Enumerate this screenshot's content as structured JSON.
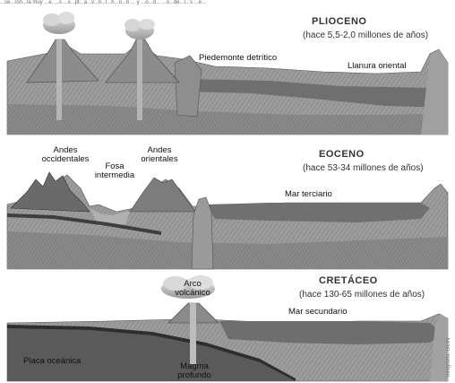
{
  "top_caption": "...se...ron...la muy ...e, ...s ...x...pt...a...v...n...l...h...o...b ... y ...o...d... ...o...de...l...s ...e...",
  "credit": "Infografía: OEIN",
  "colors": {
    "sky": "#f2f2f2",
    "mountain": "#8c8c8c",
    "crust": "#a6a6a6",
    "sea": "#7a7a7a",
    "plate": "#555555",
    "magma": "#9a9a9a",
    "smoke": "#cfcfcf"
  },
  "panels": {
    "pliocene": {
      "era": "PLIOCENO",
      "range": "(hace 5,5-2,0 millones de años)",
      "labels": {
        "piedmont": "Piedemonte detrítico",
        "plain": "Llanura oriental"
      }
    },
    "eocene": {
      "era": "EOCENO",
      "range": "(hace 53-34 millones de años)",
      "labels": {
        "west_andes_1": "Andes",
        "west_andes_2": "occidentales",
        "trench_1": "Fosa",
        "trench_2": "intermedia",
        "east_andes_1": "Andes",
        "east_andes_2": "orientales",
        "sea": "Mar terciario"
      }
    },
    "cretaceous": {
      "era": "CRETÁCEO",
      "range": "(hace 130-65 millones de años)",
      "labels": {
        "arc_1": "Arco",
        "arc_2": "volcánico",
        "sea": "Mar secundario",
        "plate": "Placa oceánica",
        "magma_1": "Magma",
        "magma_2": "profundo"
      }
    }
  }
}
